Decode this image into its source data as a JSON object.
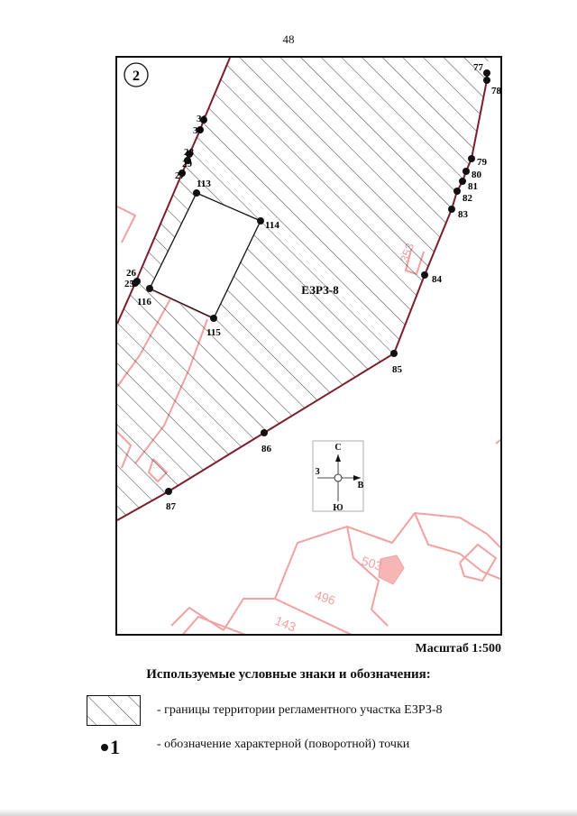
{
  "page_number": "48",
  "map": {
    "sheet_number": "2",
    "zone_label": "ЕЗРЗ-8",
    "colors": {
      "boundary": "#7a1f2b",
      "cadastral": "#f2a1a1",
      "hatch": "#2a2a2a",
      "point": "#111111"
    },
    "cadastral_labels": [
      "503",
      "496",
      "143",
      "353"
    ],
    "compass": {
      "north": "С",
      "south": "Ю",
      "west": "З",
      "east": "В"
    },
    "points": [
      {
        "label": "77"
      },
      {
        "label": "78"
      },
      {
        "label": "31"
      },
      {
        "label": "30"
      },
      {
        "label": "28"
      },
      {
        "label": "29"
      },
      {
        "label": "27"
      },
      {
        "label": "113"
      },
      {
        "label": "114"
      },
      {
        "label": "79"
      },
      {
        "label": "80"
      },
      {
        "label": "81"
      },
      {
        "label": "82"
      },
      {
        "label": "83"
      },
      {
        "label": "84"
      },
      {
        "label": "26"
      },
      {
        "label": "25"
      },
      {
        "label": "116"
      },
      {
        "label": "115"
      },
      {
        "label": "85"
      },
      {
        "label": "86"
      },
      {
        "label": "87"
      }
    ]
  },
  "scale_label": "Масштаб 1:500",
  "legend": {
    "title": "Используемые условные знаки и обозначения:",
    "items": [
      {
        "text": "- границы территории регламентного участка ЕЗРЗ-8"
      },
      {
        "symbol": "1",
        "text": "- обозначение характерной (поворотной) точки"
      }
    ]
  }
}
